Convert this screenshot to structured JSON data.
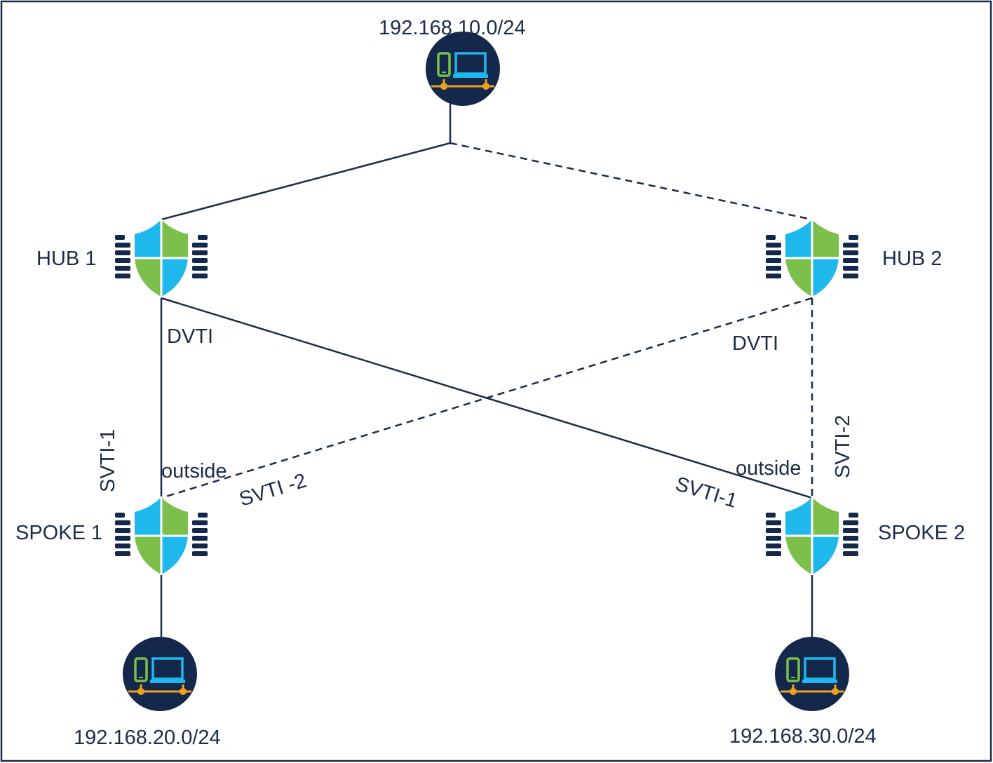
{
  "diagram": {
    "networks": {
      "top": "192.168.10.0/24",
      "spoke1_lan": "192.168.20.0/24",
      "spoke2_lan": "192.168.30.0/24"
    },
    "devices": {
      "hub1": "HUB 1",
      "hub2": "HUB 2",
      "spoke1": "SPOKE 1",
      "spoke2": "SPOKE 2"
    },
    "links": {
      "hub1_dvti": "DVTI",
      "hub2_dvti": "DVTI",
      "spoke1_svti1": "SVTI-1",
      "spoke1_outside": "outside",
      "spoke1_svti2": "SVTI -2",
      "spoke2_svti1": "SVTI-1",
      "spoke2_outside": "outside",
      "spoke2_svti2": "SVTI-2"
    },
    "colors": {
      "line": "#1c2b4a",
      "shield_blue": "#1fb8ec",
      "shield_green": "#7cc04b",
      "network_circle": "#13284a",
      "network_bus": "#f0a020"
    },
    "icons": {
      "firewall": "firewall-shield-icon",
      "network": "network-devices-icon"
    }
  }
}
